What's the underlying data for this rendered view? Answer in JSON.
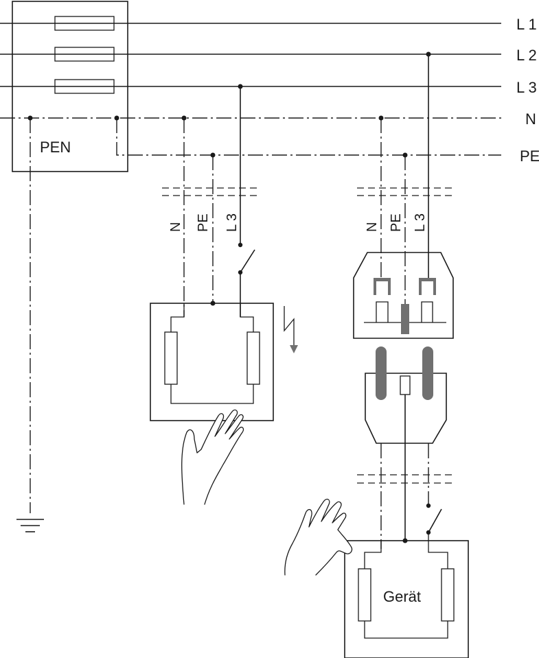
{
  "diagram": {
    "conductor_labels": {
      "l1": "L 1",
      "l2": "L 2",
      "l3": "L 3",
      "n": "N",
      "pe": "PE"
    },
    "pen_label": "PEN",
    "left_branch_labels": {
      "n": "N",
      "pe": "PE",
      "l3": "L 3"
    },
    "right_branch_labels": {
      "n": "N",
      "pe": "PE",
      "l3": "L 3"
    },
    "device_label": "Gerät",
    "icons": [
      "earth-ground-icon",
      "lightning-fault-icon",
      "hand-icon",
      "switch-icon",
      "fuse-icon",
      "socket-icon",
      "plug-icon"
    ]
  }
}
